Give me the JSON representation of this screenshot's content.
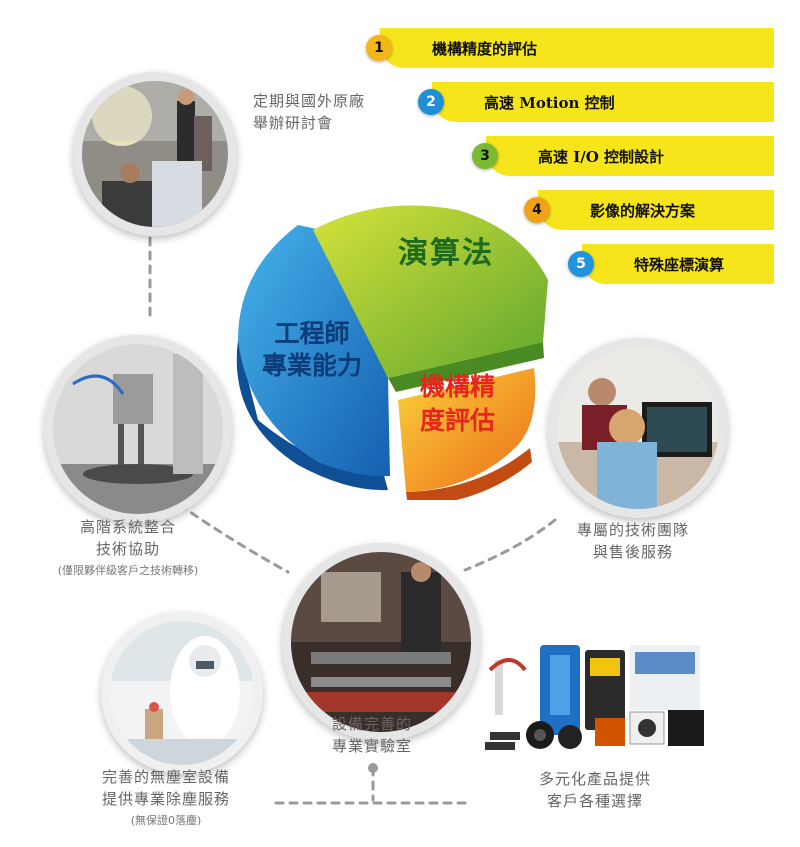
{
  "steps": [
    {
      "num": "1",
      "label": "機構精度的評估"
    },
    {
      "num": "2",
      "label": "高速 Motion 控制"
    },
    {
      "num": "3",
      "label": "高速 I/O 控制設計"
    },
    {
      "num": "4",
      "label": "影像的解決方案"
    },
    {
      "num": "5",
      "label": "特殊座標演算"
    }
  ],
  "pie": {
    "algorithm": "演算法",
    "engineer_line1": "工程師",
    "engineer_line2": "專業能力",
    "precision_line1": "機構精",
    "precision_line2": "度評估"
  },
  "captions": {
    "seminar_line1": "定期與國外原廠",
    "seminar_line2": "舉辦研討會",
    "integration_line1": "高階系統整合",
    "integration_line2": "技術協助",
    "integration_note": "(僅限夥伴級客戶之技術轉移)",
    "team_line1": "專屬的技術團隊",
    "team_line2": "與售後服務",
    "lab_line1": "設備完善的",
    "lab_line2": "專業實驗室",
    "cleanroom_line1": "完善的無塵室設備",
    "cleanroom_line2": "提供專業除塵服務",
    "cleanroom_note": "(無保證0落塵)",
    "products_line1": "多元化產品提供",
    "products_line2": "客戶各種選擇"
  },
  "colors": {
    "ribbon": "#f7e51c",
    "green": "#8cc63f",
    "blue": "#2a8fd6",
    "orange": "#f39c12"
  }
}
